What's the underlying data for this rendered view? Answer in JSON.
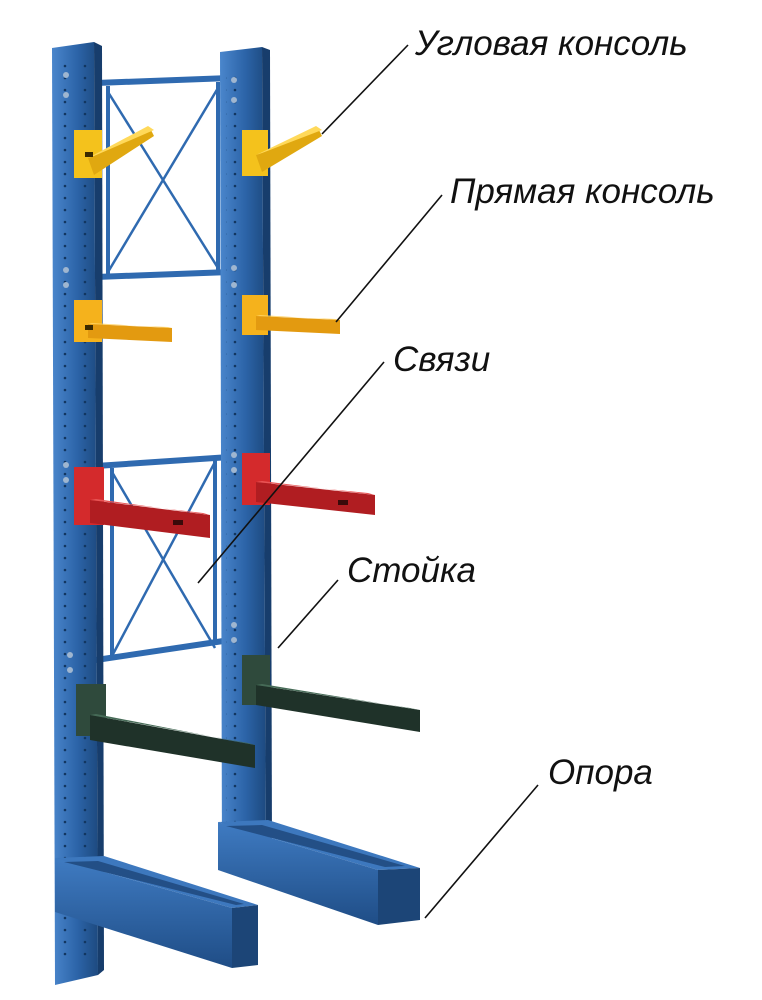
{
  "labels": {
    "corner_arm": "Угловая консоль",
    "straight_arm": "Прямая консоль",
    "braces": "Связи",
    "upright": "Стойка",
    "base": "Опора"
  },
  "colors": {
    "upright_blue": "#2c64a8",
    "upright_blue_dark": "#1d4a80",
    "upright_blue_light": "#4a86cc",
    "corner_arm_yellow": "#f4c21c",
    "straight_arm_orange": "#f5b21c",
    "red_arm": "#d42a2c",
    "dark_green_arm": "#2f4a3c",
    "leader_line": "#111111"
  }
}
